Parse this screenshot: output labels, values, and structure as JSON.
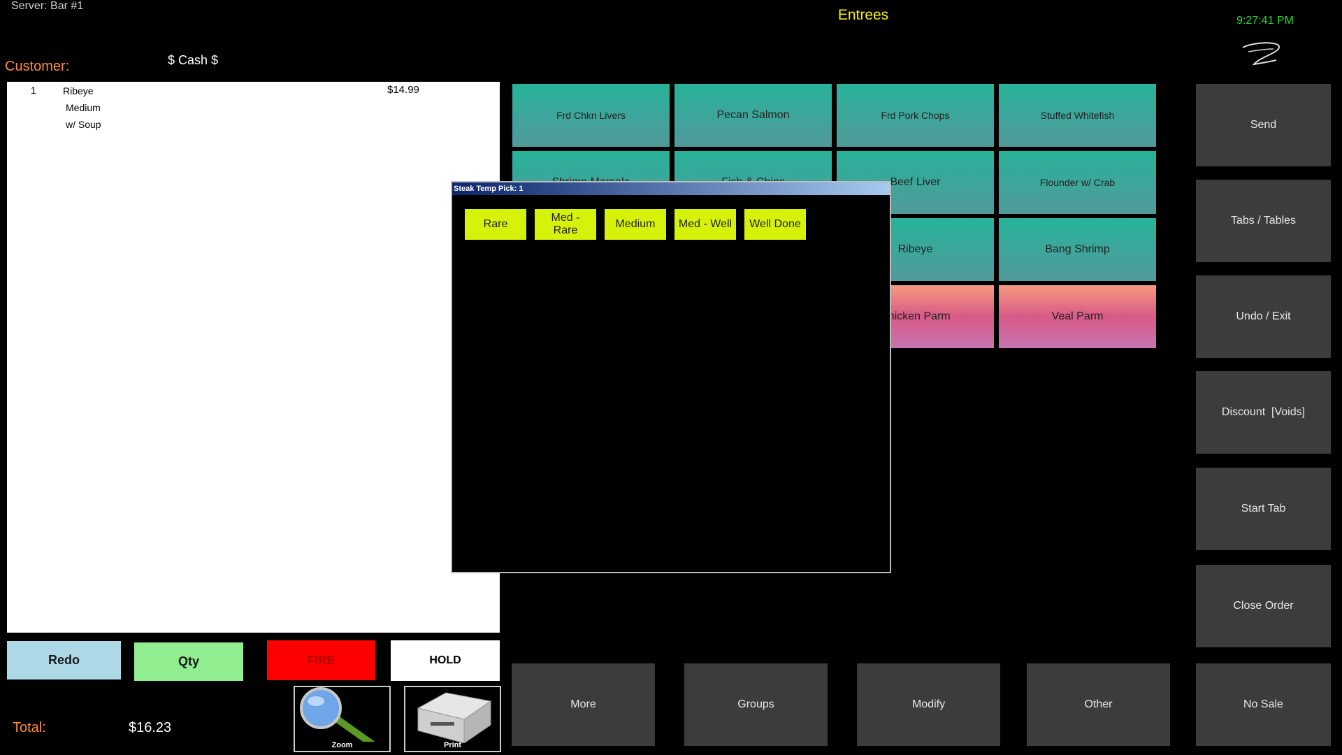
{
  "header": {
    "server": "Server: Bar #1",
    "category": "Entrees",
    "clock": "9:27:41 PM",
    "customer_label": "Customer:",
    "payment_type": "$ Cash $"
  },
  "order": {
    "items": [
      {
        "qty": "1",
        "name": "Ribeye",
        "price": "$14.99",
        "modifiers": [
          "Medium",
          "w/ Soup"
        ]
      }
    ]
  },
  "left_buttons": {
    "redo": "Redo",
    "qty": "Qty",
    "fire": "FIRE",
    "hold": "HOLD",
    "zoom": "Zoom",
    "print": "Print"
  },
  "totals": {
    "label": "Total:",
    "value": "$16.23"
  },
  "menu_items": [
    "Frd Chkn Livers",
    "Pecan Salmon",
    "Frd Pork Chops",
    "Stuffed Whitefish",
    "Shrimp Marsala",
    "Fish & Chips",
    "Beef Liver",
    "Flounder w/ Crab",
    "Ribeye",
    "Bang Shrimp",
    "Chicken Parm",
    "Veal Parm"
  ],
  "right_buttons": [
    "Send",
    "Tabs / Tables",
    "Undo / Exit",
    "Discount  [Voids]",
    "Start Tab",
    "Close Order",
    "No Sale"
  ],
  "bottom_buttons": [
    "More",
    "Groups",
    "Modify",
    "Other"
  ],
  "dialog": {
    "title": "Steak Temp Pick: 1",
    "options": [
      "Rare",
      "Med - Rare",
      "Medium",
      "Med - Well",
      "Well Done"
    ]
  },
  "colors": {
    "menu_teal": "#27b39a",
    "menu_pink": "#d85a87",
    "temp_button": "#d7f20a",
    "gray_button": "#3c3c3c",
    "orange_label": "#ff8c3a"
  }
}
